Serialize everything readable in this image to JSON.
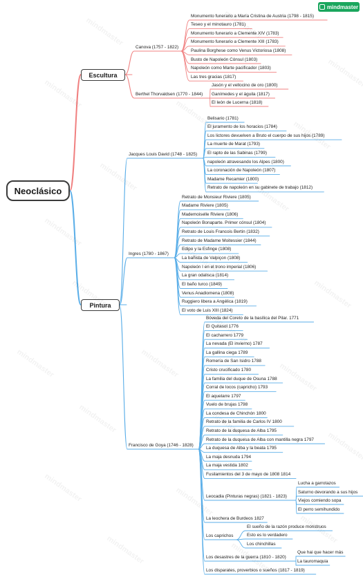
{
  "brand": {
    "label": "mindmaster",
    "color": "#1aa65d"
  },
  "colors": {
    "escultura": "#f08080",
    "pintura": "#5aaee8"
  },
  "root": "Neoclásico",
  "escultura": {
    "label": "Escultura",
    "canova": {
      "label": "Canova (1757 - 1822)",
      "items": [
        "Monumento funerario a María Cristina de Austria (1798 - 1815)",
        "Teseo y el minotauro (1781)",
        "Monumento funerario a Clemente XIV (1783)",
        "Monumento funerario a Clemente XIII (1783)",
        "Paulina Borghese como Venus Victoriosa (1808)",
        "Busto de Napoleón Cónsul (1803)",
        "Napoleón como Marte pacificador (1803)",
        "Las tres gracias (1817)"
      ]
    },
    "thorvaldsen": {
      "label": "Berthel Thorvaldsen (1770 - 1844)",
      "items": [
        "Jasón y el vellocino de oro (1800)",
        "Ganímedes y el águila (1817)",
        "El león de Lucerna (1818)"
      ]
    }
  },
  "pintura": {
    "label": "Pintura",
    "david": {
      "label": "Jacques Louis David (1748 - 1825)",
      "items": [
        "Belisario (1781)",
        "El juramento de los horacios (1784)",
        "Los lictores devuelven a Bruto el cuerpo de sus hijos (1789)",
        "La muerte de Marat (1793)",
        "El rapto de las Sabinas (1799)",
        "napoleón atravesando los Alpes (1800)",
        "La coronación de Napoleón (1807)",
        "Madame Recamier (1800)",
        "Retrato de napoleón en su gabinete de trabajo (1812)"
      ]
    },
    "ingres": {
      "label": "Ingres (1780 - 1867)",
      "items": [
        "Retrato de Monsieur Riviere (1805)",
        "Madame Riviere (1805)",
        "Mademoiselle Riviere (1806)",
        "Napoleón Bonaparte. Primer cónsul (1804)",
        "Retrato de Louis Francois Bertin (1832)",
        "Retrato de Madame Moitessier (1844)",
        "Edipo y la Esfinge (1808)",
        "La bañista de Valpiçon (1808)",
        "Napoleón I en el trono imperial (1806)",
        "La gran odalisca (1814)",
        "El baño turco (1849)",
        "Venus Anadiomena (1808)",
        "Ruggiero libera a Angélica (1819)",
        "El voto de Luis XIII (1824)"
      ]
    },
    "goya": {
      "label": "Francisco de Goya (1746 - 1828)",
      "items": [
        "Bóveda del Coreto de la basílica del Pilar. 1771",
        "El Quitasol 1776",
        "El cacharrero 1779",
        "La nevada (El invierno) 1787",
        "La gallina ciega 1789",
        "Romería de San Isidro 1788",
        "Cristo crucificado 1780",
        "La familia del duque de Osuna 1788",
        "Corral de locos (capricho) 1793",
        "El aquelarre 1797",
        "Vuelo de brujas 1798",
        "La condesa de Chinchón 1800",
        "Retrato de la familia de Carlos IV 1800",
        "Retrato de la duquesa de Alba 1795",
        "Retrato de la duquesa de Alba con mantilla negra 1797",
        "La duquesa de Alba y la beata 1795",
        "La maja desnuda 1794",
        "La maja vestida 1802",
        "Fusilamientos del 3 de mayo de 1808 1814"
      ],
      "leocadia": {
        "label": "Leocadia (Pinturas negras) (1821 - 1823)",
        "items": [
          "Lucha a garrotazos",
          "Saturno devorando a sus hijos",
          "Viejos comiendo sopa",
          "El perro semihundido"
        ]
      },
      "leochera": "La leochera de Burdeos 1827",
      "caprichos": {
        "label": "Los caprichos",
        "items": [
          "El sueño de la razón produce monstruos",
          "Esto es lo verdadero",
          "Los chinchillas"
        ]
      },
      "desastres": {
        "label": "Los desastres de la guerra (1810 - 1820)",
        "items": [
          "Que hai que hacer más",
          "La tauromaquia"
        ]
      },
      "disparates": "Los disparates, proverbios o sueños (1817 - 1819)"
    }
  }
}
